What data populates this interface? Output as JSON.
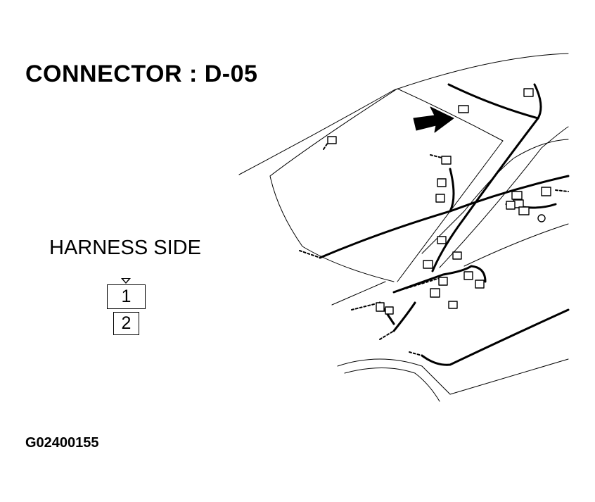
{
  "diagram": {
    "title": "CONNECTOR : D-05",
    "harness_label": "HARNESS SIDE",
    "figure_id": "G02400155",
    "connector_pins": [
      "1",
      "2"
    ]
  },
  "colors": {
    "line": "#000000",
    "background": "#ffffff"
  }
}
